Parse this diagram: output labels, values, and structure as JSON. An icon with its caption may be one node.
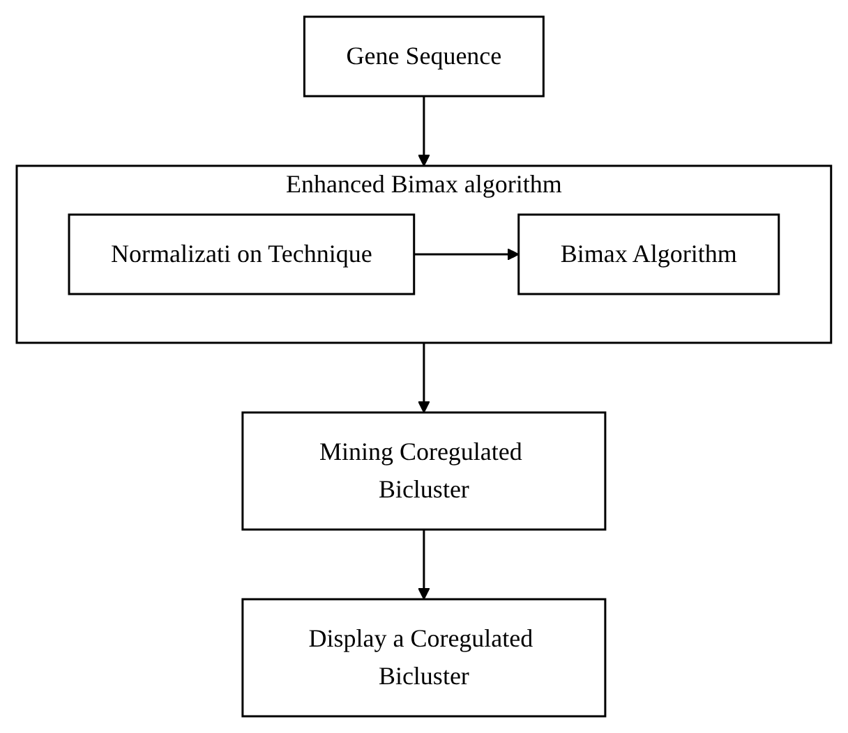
{
  "diagram": {
    "nodes": [
      {
        "text": [
          "Enhanced Bimax algorithm"
        ]
      },
      {
        "text": [
          "Normalizati on Technique"
        ],
        "in": 0
      },
      {
        "text": [
          "Bimax Algorithm"
        ],
        "in": 0
      },
      {
        "text": [
          "Gene Sequence"
        ]
      },
      {
        "text": [
          "Mining Coregulated Bicluster"
        ]
      },
      {
        "text": [
          "Display a Coregulated Bicluster"
        ]
      }
    ],
    "edges": [
      {
        "from": 3,
        "to": 0,
        "arrow": "to"
      },
      {
        "from": 1,
        "to": 2,
        "arrow": "to"
      },
      {
        "from": 0,
        "to": 4,
        "arrow": "to"
      },
      {
        "from": 4,
        "to": 5,
        "arrow": "to"
      }
    ]
  }
}
